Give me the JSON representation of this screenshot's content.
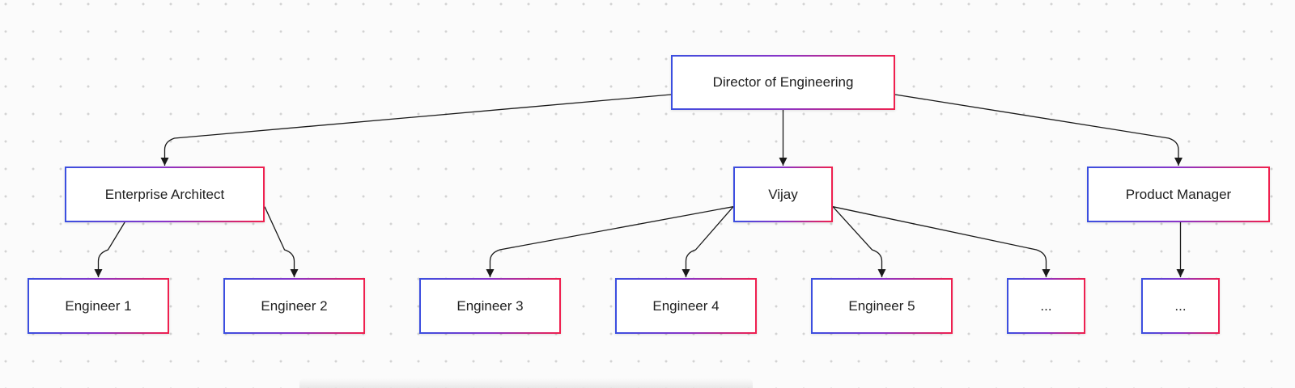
{
  "diagram": {
    "colors": {
      "border_start": "#3b4fe0",
      "border_end": "#f0204e",
      "edge": "#1a1a1a",
      "node_fill": "#ffffff"
    },
    "nodes": [
      {
        "id": "director",
        "label": "Director of Engineering"
      },
      {
        "id": "architect",
        "label": "Enterprise Architect"
      },
      {
        "id": "vijay",
        "label": "Vijay"
      },
      {
        "id": "product_manager",
        "label": "Product Manager"
      },
      {
        "id": "engineer_1",
        "label": "Engineer 1"
      },
      {
        "id": "engineer_2",
        "label": "Engineer 2"
      },
      {
        "id": "engineer_3",
        "label": "Engineer 3"
      },
      {
        "id": "engineer_4",
        "label": "Engineer 4"
      },
      {
        "id": "engineer_5",
        "label": "Engineer 5"
      },
      {
        "id": "vijay_more",
        "label": "..."
      },
      {
        "id": "pm_more",
        "label": "..."
      }
    ],
    "edges": [
      {
        "from": "director",
        "to": "architect"
      },
      {
        "from": "director",
        "to": "vijay"
      },
      {
        "from": "director",
        "to": "product_manager"
      },
      {
        "from": "architect",
        "to": "engineer_1"
      },
      {
        "from": "architect",
        "to": "engineer_2"
      },
      {
        "from": "vijay",
        "to": "engineer_3"
      },
      {
        "from": "vijay",
        "to": "engineer_4"
      },
      {
        "from": "vijay",
        "to": "engineer_5"
      },
      {
        "from": "vijay",
        "to": "vijay_more"
      },
      {
        "from": "product_manager",
        "to": "pm_more"
      }
    ]
  }
}
